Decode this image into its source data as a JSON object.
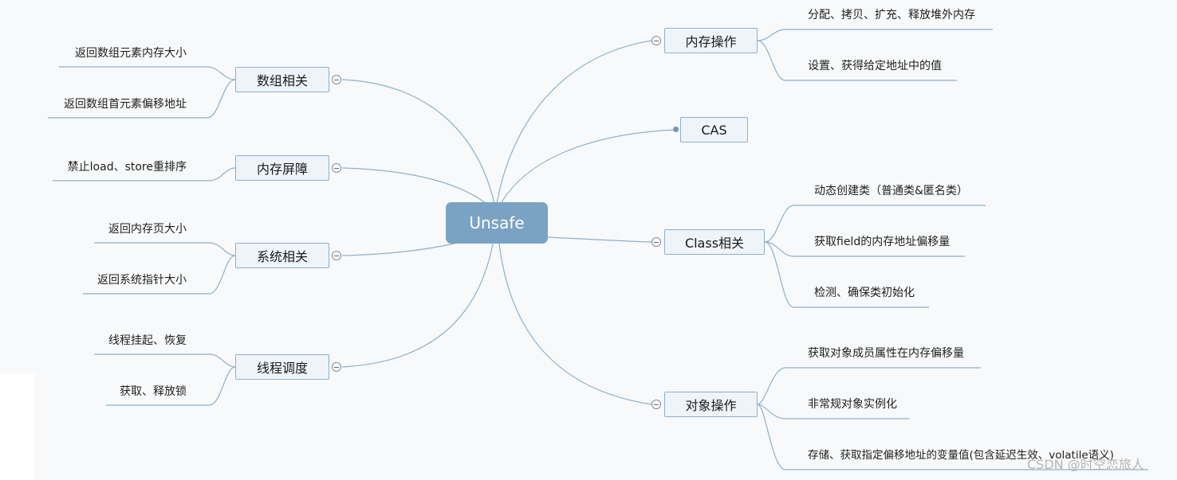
{
  "root": {
    "label": "Unsafe"
  },
  "left_branches": [
    {
      "label": "数组相关",
      "children": [
        "返回数组元素内存大小",
        "返回数组首元素偏移地址"
      ]
    },
    {
      "label": "内存屏障",
      "children": [
        "禁止load、store重排序"
      ]
    },
    {
      "label": "系统相关",
      "children": [
        "返回内存页大小",
        "返回系统指针大小"
      ]
    },
    {
      "label": "线程调度",
      "children": [
        "线程挂起、恢复",
        "获取、释放锁"
      ]
    }
  ],
  "right_branches": [
    {
      "label": "内存操作",
      "children": [
        "分配、拷贝、扩充、释放堆外内存",
        "设置、获得给定地址中的值"
      ]
    },
    {
      "label": "CAS",
      "children": []
    },
    {
      "label": "Class相关",
      "children": [
        "动态创建类（普通类&匿名类）",
        "获取field的内存地址偏移量",
        "检测、确保类初始化"
      ]
    },
    {
      "label": "对象操作",
      "children": [
        "获取对象成员属性在内存偏移量",
        "非常规对象实例化",
        "存储、获取指定偏移地址的变量值(包含延迟生效、volatile语义)"
      ]
    }
  ],
  "watermark": "CSDN @时空恋旅人",
  "colors": {
    "root_fill": "#7aa3c3",
    "topic_fill": "#eef4f9",
    "topic_border": "#8fb0c9",
    "connector": "#8fb0c9",
    "background": "#f8f9fa"
  }
}
